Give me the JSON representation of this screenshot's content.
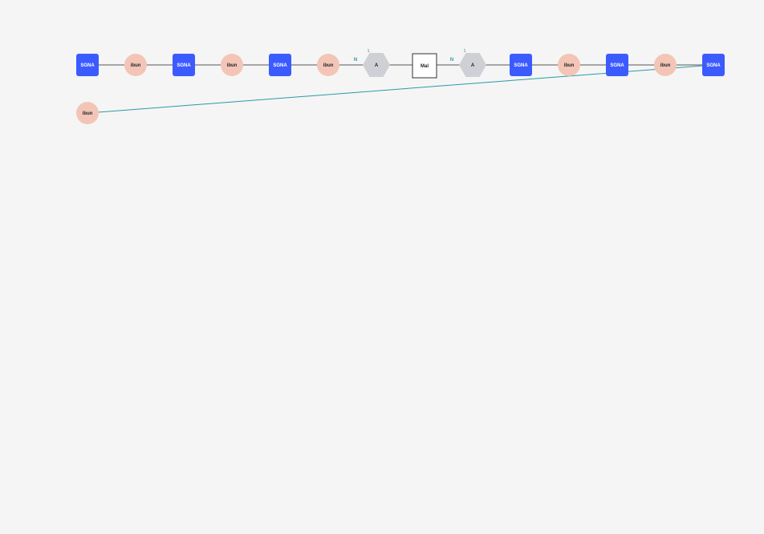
{
  "colors": {
    "background": "#f5f5f5",
    "sugar_square": "#3b5bff",
    "sugar_circle": "#f3c5b6",
    "hexagon": "#cfcfd6",
    "backbone_line": "#777777",
    "branch_line": "#2a9aa6",
    "terminal_text": "#2a9aa6"
  },
  "chain": [
    {
      "kind": "square",
      "label": "SGNA"
    },
    {
      "kind": "circle",
      "label": "ibun"
    },
    {
      "kind": "square",
      "label": "SGNA"
    },
    {
      "kind": "circle",
      "label": "ibun"
    },
    {
      "kind": "square",
      "label": "SGNA"
    },
    {
      "kind": "circle",
      "label": "ibun"
    },
    {
      "kind": "hexagon",
      "label": "A",
      "terminal_label": "N",
      "index_label": "1"
    },
    {
      "kind": "box",
      "label": "Mal"
    },
    {
      "kind": "hexagon",
      "label": "A",
      "terminal_label": "N",
      "index_label": "1"
    },
    {
      "kind": "square",
      "label": "SGNA"
    },
    {
      "kind": "circle",
      "label": "ibun"
    },
    {
      "kind": "square",
      "label": "SGNA"
    },
    {
      "kind": "circle",
      "label": "ibun"
    },
    {
      "kind": "square",
      "label": "SGNA"
    }
  ],
  "branch": {
    "kind": "circle",
    "label": "ibun"
  }
}
